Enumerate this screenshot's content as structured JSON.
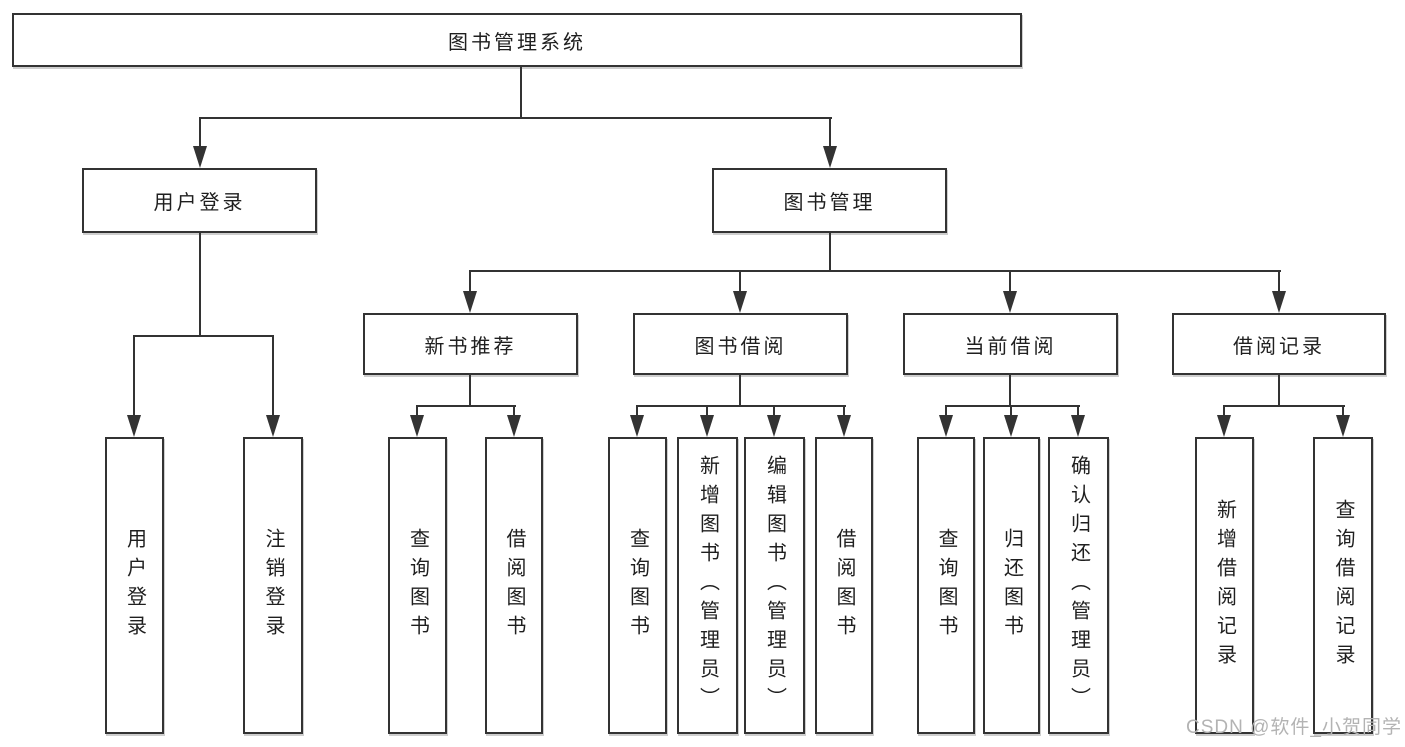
{
  "colors": {
    "line": "#333333",
    "ink": "#1f1f1f",
    "wm": "#b3b3b3",
    "bg": "#ffffff"
  },
  "tree": {
    "root": {
      "label": "图书管理系统"
    },
    "l1": [
      {
        "label": "用户登录"
      },
      {
        "label": "图书管理"
      }
    ],
    "l2": [
      {
        "label": "新书推荐"
      },
      {
        "label": "图书借阅"
      },
      {
        "label": "当前借阅"
      },
      {
        "label": "借阅记录"
      }
    ],
    "leaves": {
      "login": [
        "用户登录",
        "注销登录"
      ],
      "recommend": [
        "查询图书",
        "借阅图书"
      ],
      "borrow": [
        "查询图书",
        "新增图书（管理员）",
        "编辑图书（管理员）",
        "借阅图书"
      ],
      "current": [
        "查询图书",
        "归还图书",
        "确认归还（管理员）"
      ],
      "records": [
        "新增借阅记录",
        "查询借阅记录"
      ]
    }
  },
  "watermark": {
    "text": "CSDN @软件_小贺同学"
  }
}
